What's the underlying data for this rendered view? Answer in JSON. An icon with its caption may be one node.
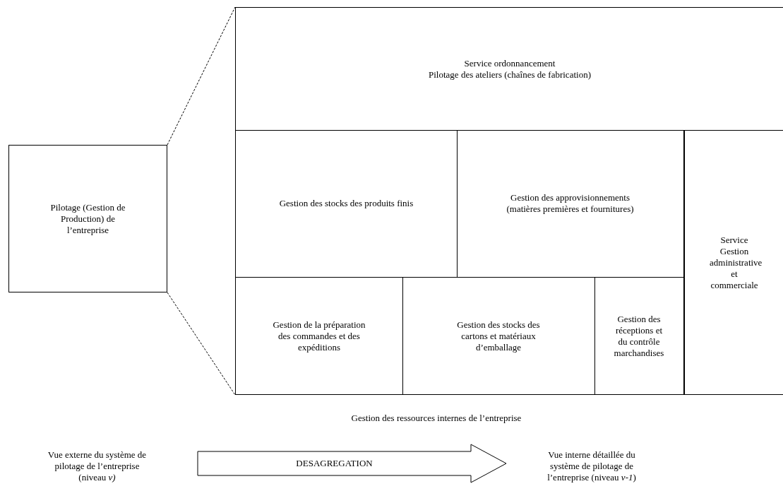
{
  "diagram": {
    "nodes": [
      {
        "text": [
          "Pilotage (Gestion de Production) de l’entreprise"
        ]
      },
      {
        "text": [],
        "shape": "box"
      },
      {
        "text": [
          "Service ordonnancement",
          "Pilotage des ateliers (chaînes de fabrication)"
        ],
        "in": 1
      },
      {
        "text": [
          "Gestion des stocks des produits finis"
        ],
        "in": 1
      },
      {
        "text": [
          "Gestion des approvisionnements (matières premières et fournitures)"
        ],
        "in": 1
      },
      {
        "text": [
          "Gestion de la préparation des commandes et des expéditions"
        ],
        "in": 1
      },
      {
        "text": [
          "Gestion des stocks des cartons et matériaux d’emballage"
        ],
        "in": 1
      },
      {
        "text": [
          "Gestion des réceptions et du contrôle marchandises"
        ],
        "in": 1
      },
      {
        "text": [
          "Service Gestion administrative et commerciale"
        ],
        "in": 1
      },
      {
        "text": [
          "Vue externe du système de pilotage de l’entreprise (niveau *v)*"
        ]
      },
      {
        "text": [
          "Vue interne détaillée du système de pilotage de l’entreprise (niveau *v-1*)"
        ]
      }
    ],
    "edges": [
      {
        "from": 0,
        "to": 1,
        "arrow": "none",
        "style": "dashed"
      },
      {
        "from": 0,
        "to": 1,
        "arrow": "none",
        "style": "dashed"
      },
      {
        "from": 9,
        "to": 10,
        "arrow": "to",
        "label": "DESAGREGATION"
      }
    ],
    "labels": [
      "Gestion des ressources internes de l’entreprise"
    ]
  }
}
